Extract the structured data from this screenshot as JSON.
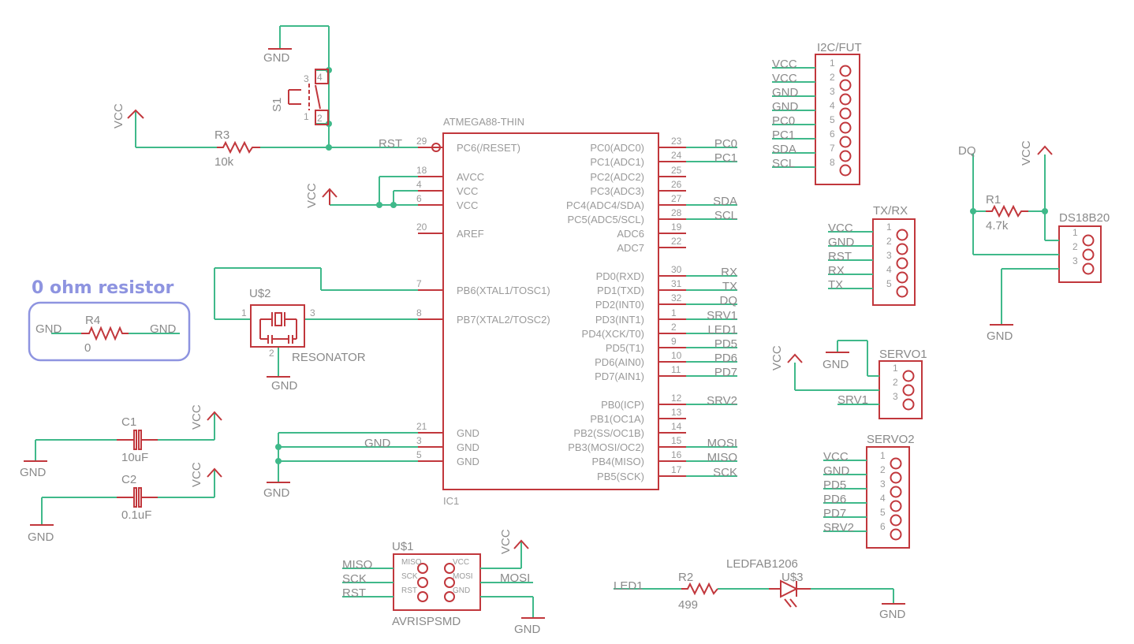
{
  "annotation": {
    "title": "0 ohm resistor",
    "color": "#8e94e0"
  },
  "colors": {
    "wire": "#3fb98a",
    "part": "#c1373c",
    "text": "#9a9a9a"
  },
  "mcu": {
    "name": "ATMEGA88-THIN",
    "ref": "IC1",
    "left_pins": [
      {
        "num": "29",
        "name": "PC6(/RESET)"
      },
      {
        "num": "18",
        "name": "AVCC"
      },
      {
        "num": "4",
        "name": "VCC"
      },
      {
        "num": "6",
        "name": "VCC"
      },
      {
        "num": "20",
        "name": "AREF"
      },
      {
        "num": "7",
        "name": "PB6(XTAL1/TOSC1)"
      },
      {
        "num": "8",
        "name": "PB7(XTAL2/TOSC2)"
      },
      {
        "num": "21",
        "name": "GND"
      },
      {
        "num": "3",
        "name": "GND"
      },
      {
        "num": "5",
        "name": "GND"
      }
    ],
    "right_pins": [
      {
        "num": "23",
        "name": "PC0(ADC0)",
        "net": "PC0"
      },
      {
        "num": "24",
        "name": "PC1(ADC1)",
        "net": "PC1"
      },
      {
        "num": "25",
        "name": "PC2(ADC2)",
        "net": ""
      },
      {
        "num": "26",
        "name": "PC3(ADC3)",
        "net": ""
      },
      {
        "num": "27",
        "name": "PC4(ADC4/SDA)",
        "net": "SDA"
      },
      {
        "num": "28",
        "name": "PC5(ADC5/SCL)",
        "net": "SCL"
      },
      {
        "num": "19",
        "name": "ADC6",
        "net": ""
      },
      {
        "num": "22",
        "name": "ADC7",
        "net": ""
      },
      {
        "num": "30",
        "name": "PD0(RXD)",
        "net": "RX"
      },
      {
        "num": "31",
        "name": "PD1(TXD)",
        "net": "TX"
      },
      {
        "num": "32",
        "name": "PD2(INT0)",
        "net": "DQ"
      },
      {
        "num": "1",
        "name": "PD3(INT1)",
        "net": "SRV1"
      },
      {
        "num": "2",
        "name": "PD4(XCK/T0)",
        "net": "LED1"
      },
      {
        "num": "9",
        "name": "PD5(T1)",
        "net": "PD5"
      },
      {
        "num": "10",
        "name": "PD6(AIN0)",
        "net": "PD6"
      },
      {
        "num": "11",
        "name": "PD7(AIN1)",
        "net": "PD7"
      },
      {
        "num": "12",
        "name": "PB0(ICP)",
        "net": "SRV2"
      },
      {
        "num": "13",
        "name": "PB1(OC1A)",
        "net": ""
      },
      {
        "num": "14",
        "name": "PB2(SS/OC1B)",
        "net": ""
      },
      {
        "num": "15",
        "name": "PB3(MOSI/OC2)",
        "net": "MOSI"
      },
      {
        "num": "16",
        "name": "PB4(MISO)",
        "net": "MISO"
      },
      {
        "num": "17",
        "name": "PB5(SCK)",
        "net": "SCK"
      }
    ],
    "left_nets": {
      "rst": "RST",
      "gnd": "GND",
      "vcc": "VCC"
    }
  },
  "reset": {
    "switch_ref": "S1",
    "switch_pins": [
      "4",
      "3",
      "1",
      "2"
    ],
    "gnd": "GND",
    "resistor": {
      "ref": "R3",
      "value": "10k"
    },
    "vcc": "VCC"
  },
  "resonator": {
    "ref": "U$2",
    "label": "RESONATOR",
    "pins": [
      "1",
      "3",
      "2"
    ],
    "gnd": "GND"
  },
  "zero_ohm": {
    "ref": "R4",
    "value": "0",
    "left_net": "GND",
    "right_net": "GND"
  },
  "caps": [
    {
      "ref": "C1",
      "value": "10uF",
      "gnd": "GND",
      "vcc": "VCC"
    },
    {
      "ref": "C2",
      "value": "0.1uF",
      "gnd": "GND",
      "vcc": "VCC"
    }
  ],
  "isp": {
    "ref": "U$1",
    "label": "AVRISPSMD",
    "pad_labels": [
      "MISO",
      "VCC",
      "SCK",
      "MOSI",
      "RST",
      "GND"
    ],
    "nets_left": [
      "MISO",
      "SCK",
      "RST"
    ],
    "net_right": "MOSI",
    "vcc": "VCC",
    "gnd": "GND"
  },
  "i2c": {
    "title": "I2C/FUT",
    "nets": [
      "VCC",
      "VCC",
      "GND",
      "GND",
      "PC0",
      "PC1",
      "SDA",
      "SCL"
    ],
    "pins": [
      "1",
      "2",
      "3",
      "4",
      "5",
      "6",
      "7",
      "8"
    ]
  },
  "txrx": {
    "title": "TX/RX",
    "nets": [
      "VCC",
      "GND",
      "RST",
      "RX",
      "TX"
    ],
    "pins": [
      "1",
      "2",
      "3",
      "4",
      "5"
    ]
  },
  "ds18b20": {
    "title": "DS18B20",
    "pins": [
      "1",
      "2",
      "3"
    ],
    "dq": "DQ",
    "vcc": "VCC",
    "gnd": "GND",
    "resistor": {
      "ref": "R1",
      "value": "4.7k"
    }
  },
  "servo1": {
    "title": "SERVO1",
    "pins": [
      "1",
      "2",
      "3"
    ],
    "gnd": "GND",
    "vcc": "VCC",
    "net": "SRV1"
  },
  "servo2": {
    "title": "SERVO2",
    "nets": [
      "VCC",
      "GND",
      "PD5",
      "PD6",
      "PD7",
      "SRV2"
    ],
    "pins": [
      "1",
      "2",
      "3",
      "4",
      "5",
      "6"
    ]
  },
  "led": {
    "net": "LED1",
    "resistor": {
      "ref": "R2",
      "value": "499"
    },
    "part": "LEDFAB1206",
    "ref": "U$3",
    "gnd": "GND"
  }
}
